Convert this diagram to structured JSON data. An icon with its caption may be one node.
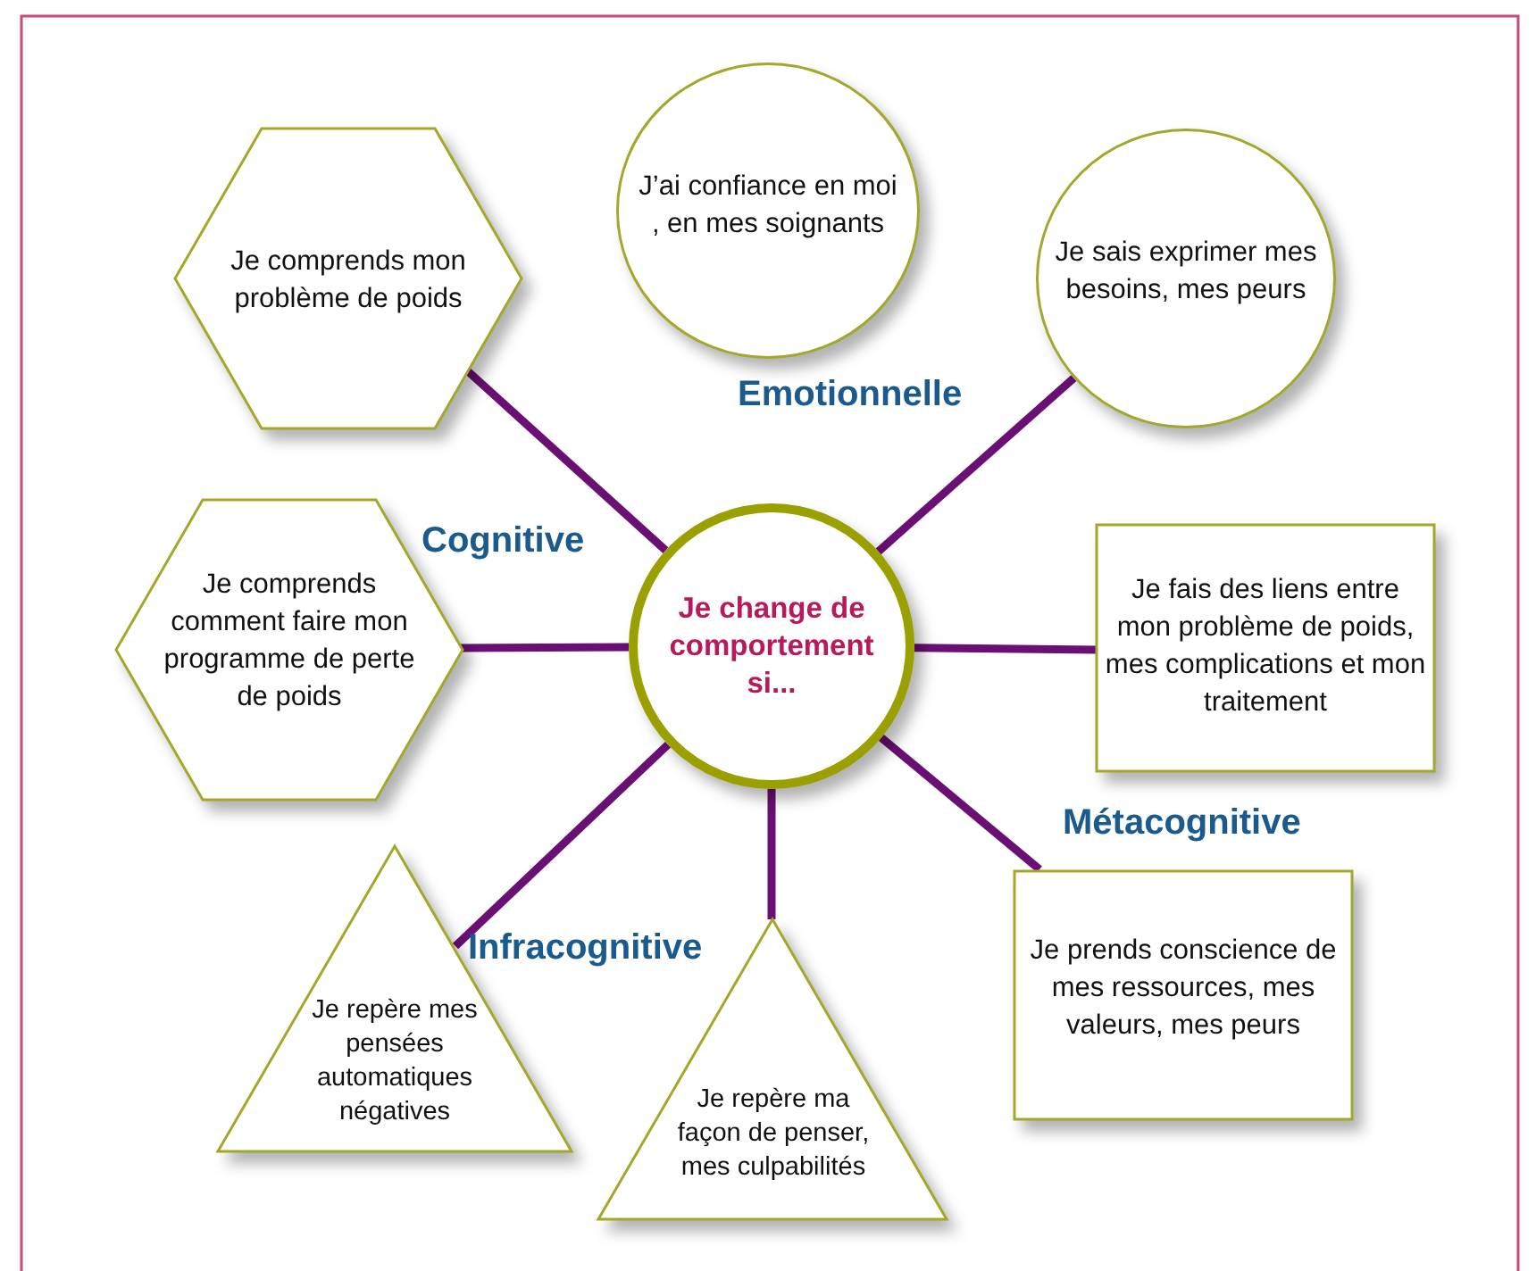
{
  "diagram": {
    "nodes": [
      {
        "text": [
          "Je change de comportement si..."
        ]
      },
      {
        "text": [
          "Je comprends mon problème de poids"
        ]
      },
      {
        "text": [
          "J’ai confiance en moi , en mes soignants"
        ]
      },
      {
        "text": [
          "Je sais exprimer mes besoins, mes peurs"
        ]
      },
      {
        "text": [
          "Je comprends comment faire mon programme de perte de poids"
        ]
      },
      {
        "text": [
          "Je fais des liens entre mon problème de poids, mes complications et mon traitement"
        ]
      },
      {
        "text": [
          "Je repère mes pensées automatiques négatives"
        ]
      },
      {
        "text": [
          "Je repère ma façon de penser, mes culpabilités"
        ]
      },
      {
        "text": [
          "Je prends conscience de mes ressources, mes valeurs, mes peurs"
        ]
      }
    ],
    "edges": [
      {
        "from": 0,
        "to": 1,
        "arrow": "none"
      },
      {
        "from": 0,
        "to": 3,
        "arrow": "none"
      },
      {
        "from": 0,
        "to": 4,
        "arrow": "none"
      },
      {
        "from": 0,
        "to": 5,
        "arrow": "none"
      },
      {
        "from": 0,
        "to": 8,
        "arrow": "none"
      },
      {
        "from": 0,
        "to": 6,
        "arrow": "none"
      },
      {
        "from": 0,
        "to": 7,
        "arrow": "none"
      }
    ],
    "labels": [
      "Emotionnelle",
      "Cognitive",
      "Métacognitive",
      "Infracognitive"
    ]
  }
}
